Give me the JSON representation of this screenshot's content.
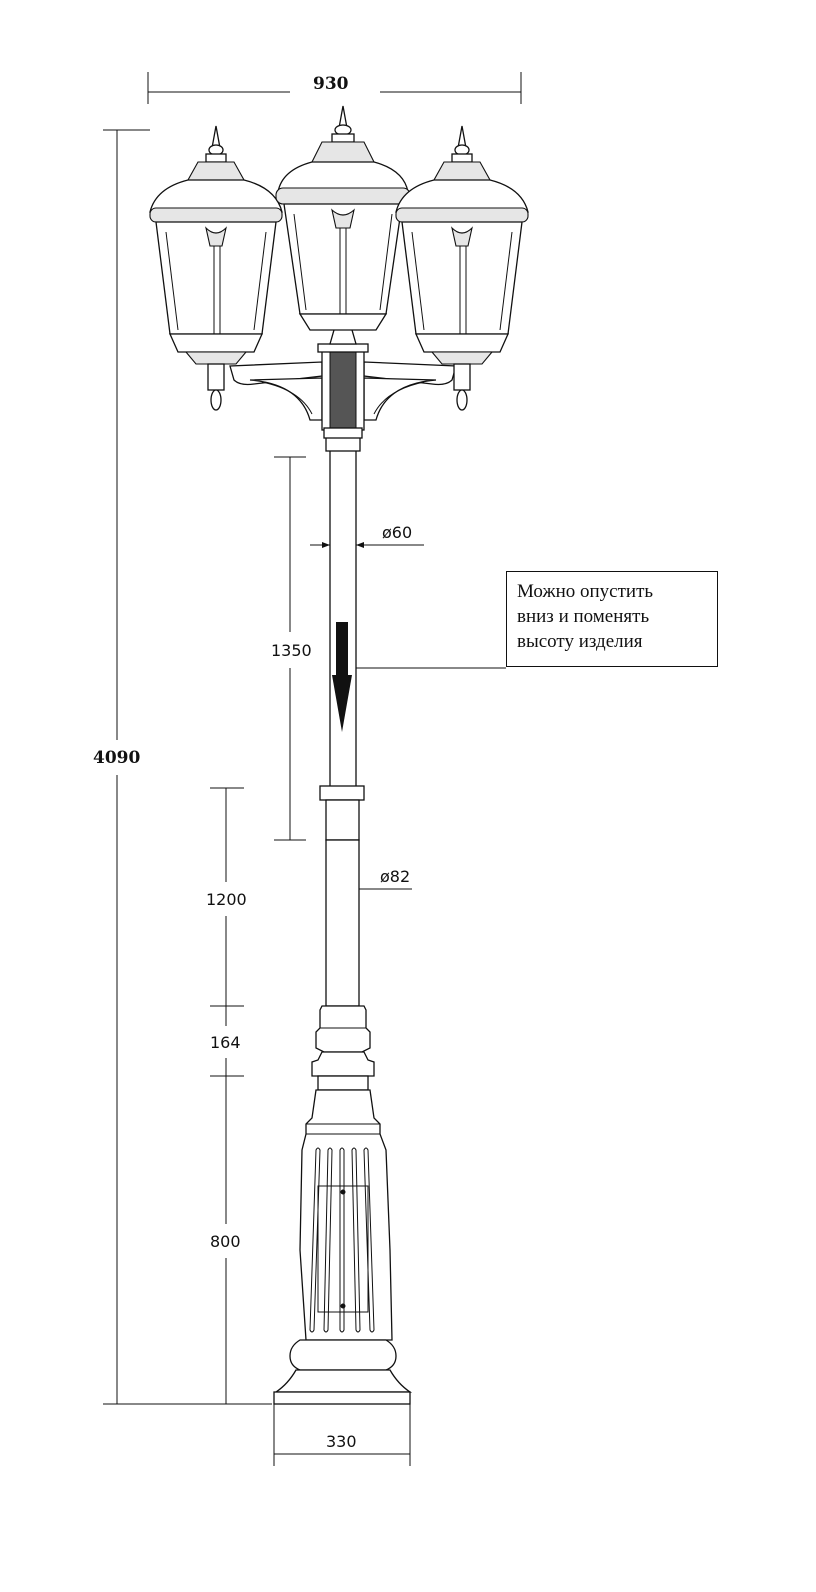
{
  "dimensions": {
    "top_width": "930",
    "total_height": "4090",
    "upper_pipe_length": "1350",
    "upper_pipe_diameter": "ø60",
    "lower_pipe_length": "1200",
    "collar_height": "164",
    "base_height": "800",
    "lower_pipe_diameter": "ø82",
    "base_width": "330"
  },
  "note": {
    "lines": [
      "Можно опустить",
      "вниз и поменять",
      "высоту изделия"
    ]
  }
}
